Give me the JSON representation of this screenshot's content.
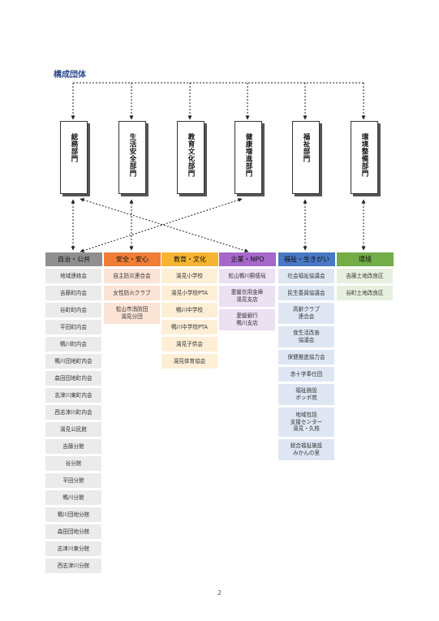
{
  "title": "構成団体",
  "departments": [
    "総務部門",
    "生活安全部門",
    "教育文化部門",
    "健康増進部門",
    "福祉部門",
    "環境整備部門"
  ],
  "groups": [
    {
      "header": "自治・公共",
      "color": "#8f8f8f",
      "items": [
        "地域連絡会",
        "吉藤町内会",
        "谷町町内会",
        "平田町内会",
        "鴨川町内会",
        "鴨川団地町内会",
        "森田団地町内会",
        "志津川東町内会",
        "西志津川町内会",
        "湯見公民館",
        "吉藤分館",
        "谷分館",
        "平田分館",
        "鴨川分館",
        "鴨川団地分館",
        "森田団地分館",
        "志津川東分館",
        "西志津川分館"
      ]
    },
    {
      "header": "安全・安心",
      "color": "#f07d36",
      "items": [
        "自主防災連合会",
        "女性防火クラブ",
        "松山市消防団\n湯見分団"
      ]
    },
    {
      "header": "教育・文化",
      "color": "#f6b433",
      "items": [
        "湯見小学校",
        "湯見小学校PTA",
        "鴨川中学校",
        "鴨川中学校PTA",
        "湯見子供会",
        "湯見体育協会"
      ]
    },
    {
      "header": "企業・NPO",
      "color": "#a667c9",
      "items": [
        "松山鴨川郵便局",
        "愛媛信用金庫\n湯見支店",
        "愛媛銀行\n鴨川支店"
      ]
    },
    {
      "header": "福祉・生きがい",
      "color": "#4978c4",
      "items": [
        "社会福祉協議会",
        "民生委員協議会",
        "高齢クラブ\n連合会",
        "食生活改善\n協議会",
        "保健推進協力会",
        "赤十字奉仕団",
        "福祉施設\nポッポ苑",
        "地域包括\n支援センター\n湯見・久枝",
        "総合福祉施設\nみかんの里"
      ]
    },
    {
      "header": "環境",
      "color": "#72ad47",
      "items": [
        "吉藤土地改良区",
        "谷町土地改良区"
      ]
    }
  ],
  "page_number": "2"
}
